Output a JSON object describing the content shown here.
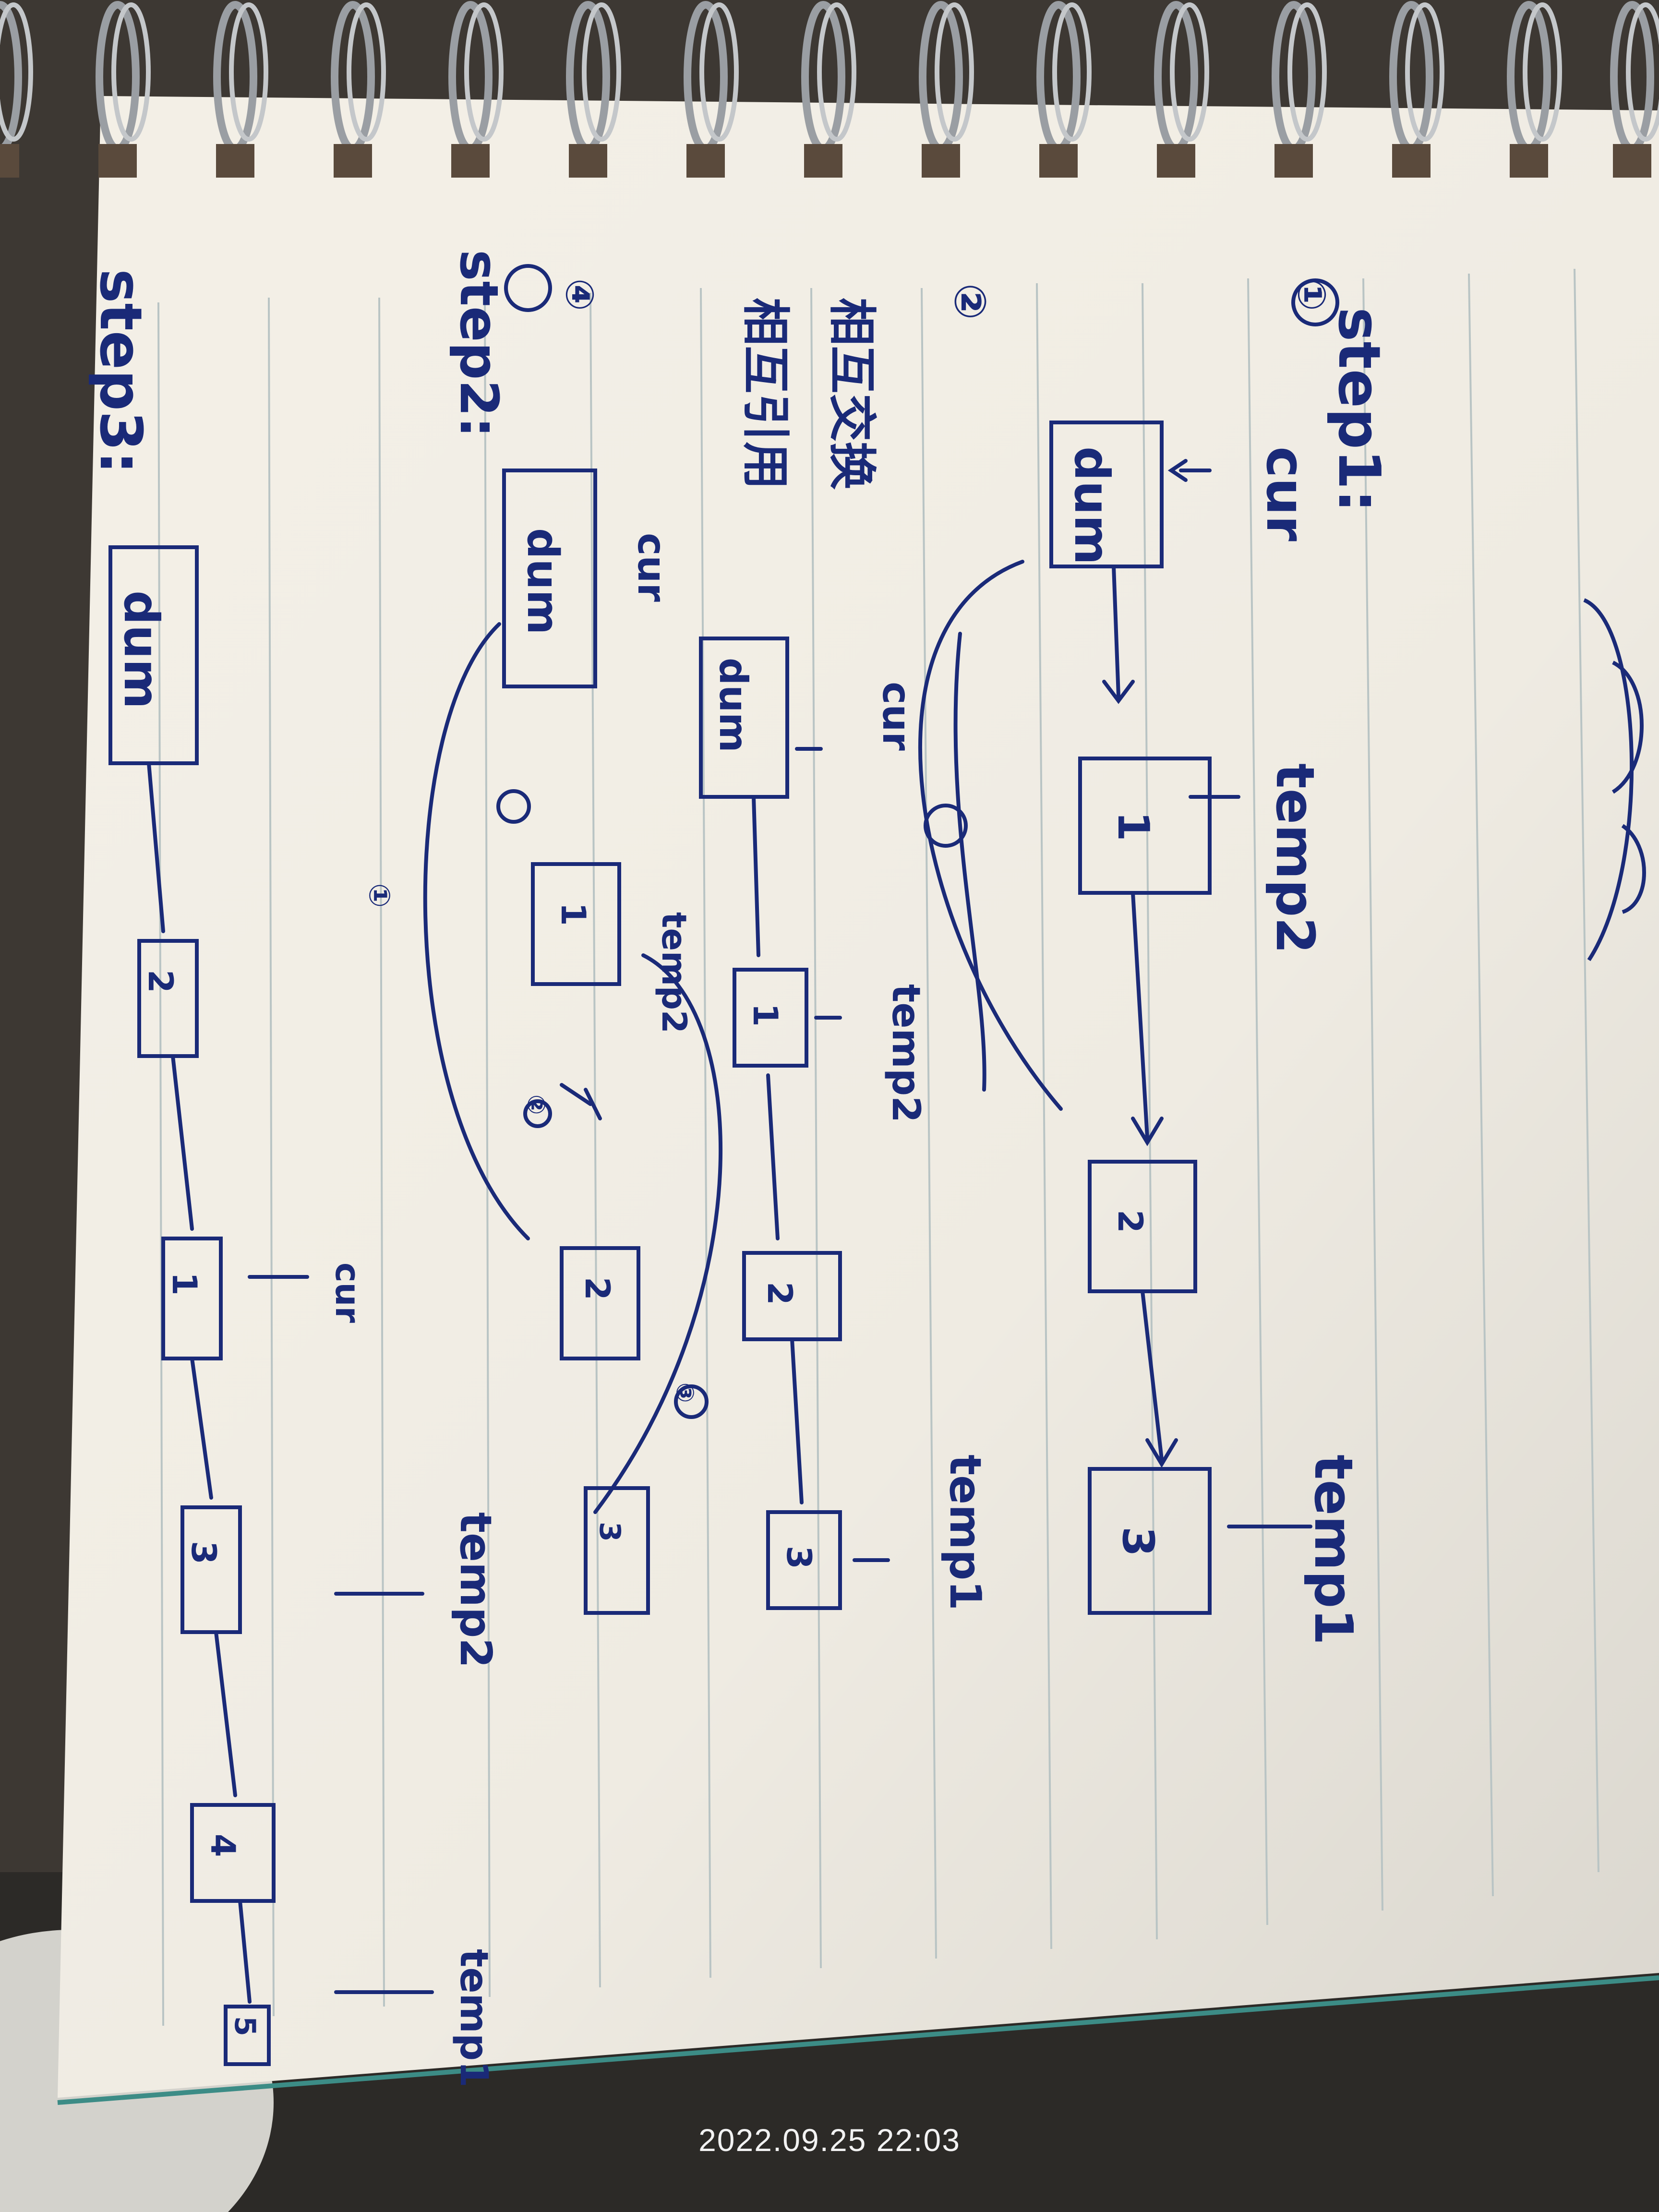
{
  "timestamp": "2022.09.25 22:03",
  "ink_color": "#1a2a78",
  "paper_color": "#f3efe6",
  "steps": [
    {
      "label": "step1:",
      "marker": "①",
      "nodes": [
        "dum",
        "1",
        "2",
        "3"
      ],
      "pointers": [
        "cur",
        "temp2",
        "temp1"
      ],
      "arrow_marker": "②"
    },
    {
      "label": "",
      "marker": "②",
      "note_lines": [
        "相互交换",
        "相互引用"
      ],
      "nodes": [
        "dum",
        "1",
        "2",
        "3"
      ],
      "pointers": [
        "cur",
        "temp2",
        "temp1"
      ]
    },
    {
      "label": "step2:",
      "marker": "④",
      "nodes": [
        "dum",
        "1",
        "2",
        "3"
      ],
      "pointers": [
        "cur",
        "temp2"
      ],
      "arrow_markers": [
        "①",
        "②",
        "③"
      ]
    },
    {
      "label": "step3:",
      "nodes": [
        "dum",
        "2",
        "1",
        "3",
        "4",
        "5"
      ],
      "pointers": [
        "cur",
        "temp2",
        "temp1"
      ]
    }
  ]
}
